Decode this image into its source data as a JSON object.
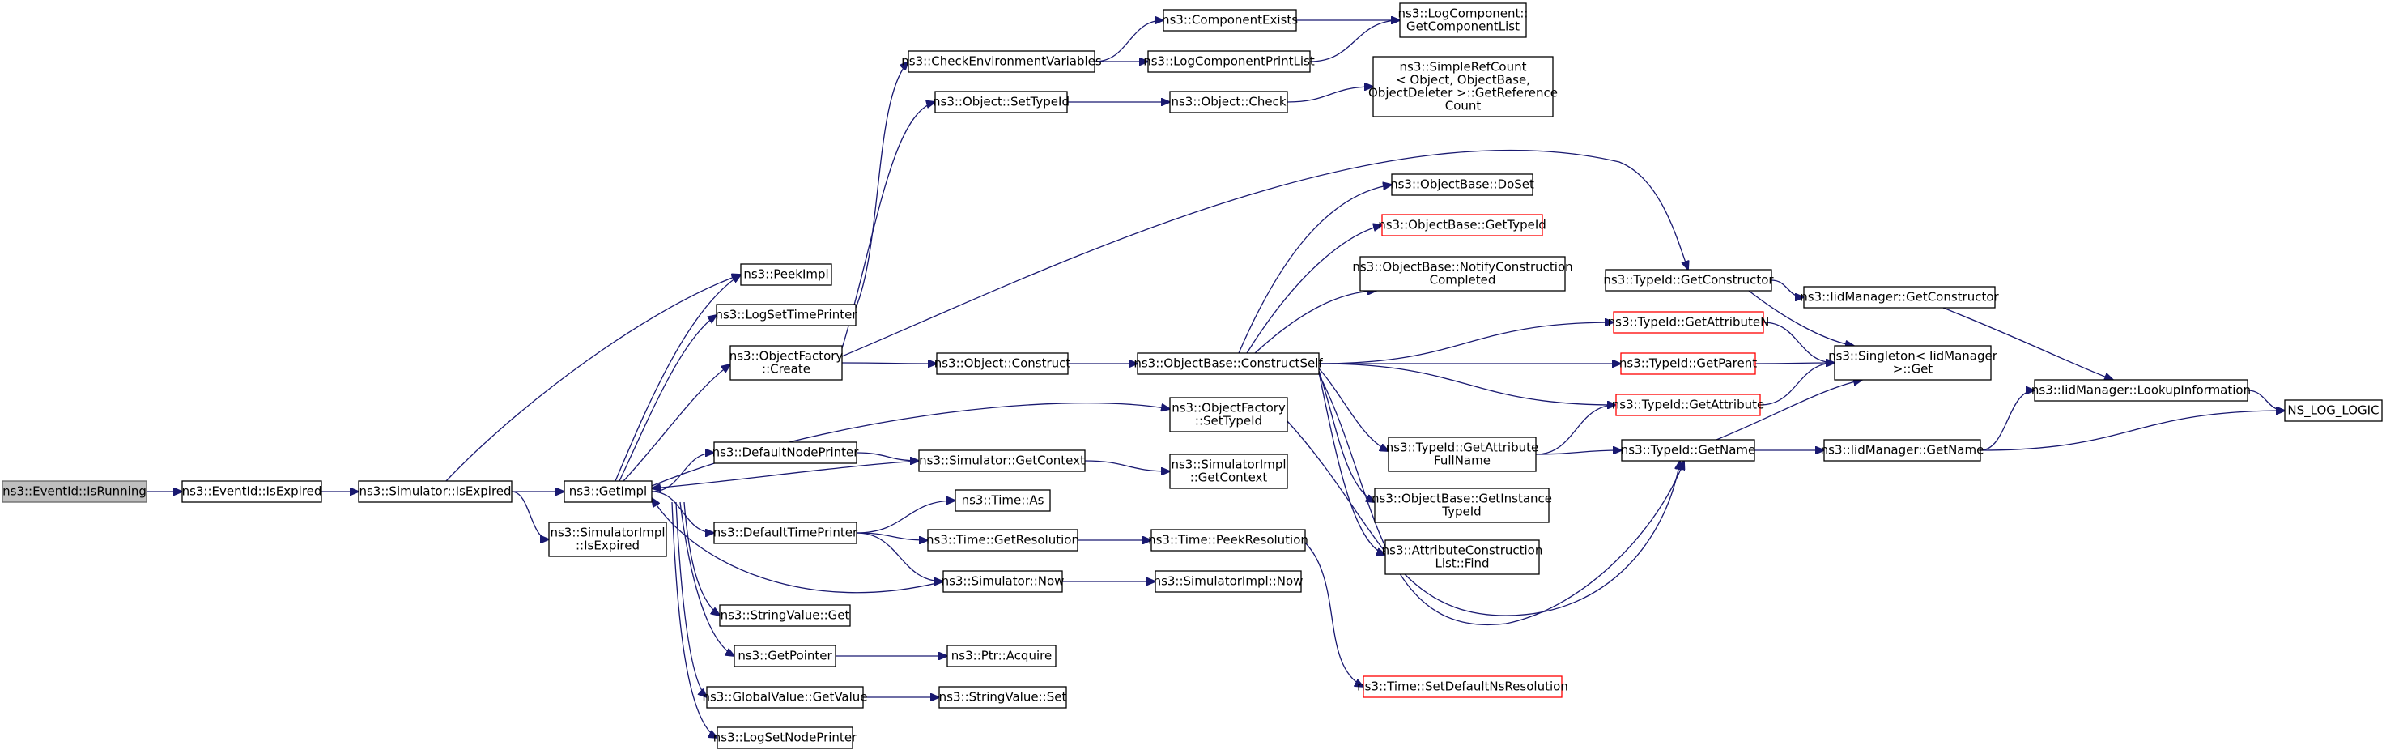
{
  "colors": {
    "edge": "#191970",
    "node_border": "#000000",
    "red_border": "#ff0000",
    "start_fill": "#bfbfbf"
  },
  "nodes": [
    {
      "id": "n_eventid_isrunning",
      "lines": [
        "ns3::EventId::IsRunning"
      ],
      "style": "start"
    },
    {
      "id": "n_eventid_isexpired",
      "lines": [
        "ns3::EventId::IsExpired"
      ]
    },
    {
      "id": "n_simulator_isexpired",
      "lines": [
        "ns3::Simulator::IsExpired"
      ]
    },
    {
      "id": "n_getimpl",
      "lines": [
        "ns3::GetImpl"
      ]
    },
    {
      "id": "n_simimpl_isexpired",
      "lines": [
        "ns3::SimulatorImpl",
        "::IsExpired"
      ]
    },
    {
      "id": "n_peekimpl",
      "lines": [
        "ns3::PeekImpl"
      ]
    },
    {
      "id": "n_logsettimeprinter",
      "lines": [
        "ns3::LogSetTimePrinter"
      ]
    },
    {
      "id": "n_objectfactory_create",
      "lines": [
        "ns3::ObjectFactory",
        "::Create"
      ]
    },
    {
      "id": "n_defaultnodeprinter",
      "lines": [
        "ns3::DefaultNodePrinter"
      ]
    },
    {
      "id": "n_defaulttimeprinter",
      "lines": [
        "ns3::DefaultTimePrinter"
      ]
    },
    {
      "id": "n_stringvalue_get",
      "lines": [
        "ns3::StringValue::Get"
      ]
    },
    {
      "id": "n_getpointer",
      "lines": [
        "ns3::GetPointer"
      ]
    },
    {
      "id": "n_globalvalue_getvalue",
      "lines": [
        "ns3::GlobalValue::GetValue"
      ]
    },
    {
      "id": "n_logsetnodeprinter",
      "lines": [
        "ns3::LogSetNodePrinter"
      ]
    },
    {
      "id": "n_checkenv",
      "lines": [
        "ns3::CheckEnvironmentVariables"
      ]
    },
    {
      "id": "n_object_settypeid",
      "lines": [
        "ns3::Object::SetTypeId"
      ]
    },
    {
      "id": "n_object_construct",
      "lines": [
        "ns3::Object::Construct"
      ]
    },
    {
      "id": "n_simulator_getcontext",
      "lines": [
        "ns3::Simulator::GetContext"
      ]
    },
    {
      "id": "n_time_as",
      "lines": [
        "ns3::Time::As"
      ]
    },
    {
      "id": "n_time_getresolution",
      "lines": [
        "ns3::Time::GetResolution"
      ]
    },
    {
      "id": "n_simulator_now",
      "lines": [
        "ns3::Simulator::Now"
      ]
    },
    {
      "id": "n_ptr_acquire",
      "lines": [
        "ns3::Ptr::Acquire"
      ]
    },
    {
      "id": "n_stringvalue_set",
      "lines": [
        "ns3::StringValue::Set"
      ]
    },
    {
      "id": "n_componentexists",
      "lines": [
        "ns3::ComponentExists"
      ]
    },
    {
      "id": "n_logcomponentprintlist",
      "lines": [
        "ns3::LogComponentPrintList"
      ]
    },
    {
      "id": "n_object_check",
      "lines": [
        "ns3::Object::Check"
      ]
    },
    {
      "id": "n_objectfactory_settypeid",
      "lines": [
        "ns3::ObjectFactory",
        "::SetTypeId"
      ]
    },
    {
      "id": "n_objectbase_constructself",
      "lines": [
        "ns3::ObjectBase::ConstructSelf"
      ]
    },
    {
      "id": "n_simimpl_getcontext",
      "lines": [
        "ns3::SimulatorImpl",
        "::GetContext"
      ]
    },
    {
      "id": "n_time_peekresolution",
      "lines": [
        "ns3::Time::PeekResolution"
      ]
    },
    {
      "id": "n_simimpl_now",
      "lines": [
        "ns3::SimulatorImpl::Now"
      ]
    },
    {
      "id": "n_logcomponent_getcomponentlist",
      "lines": [
        "ns3::LogComponent::",
        "GetComponentList"
      ]
    },
    {
      "id": "n_simplerefcount",
      "lines": [
        "ns3::SimpleRefCount",
        "< Object, ObjectBase,",
        "ObjectDeleter >::GetReference",
        "Count"
      ]
    },
    {
      "id": "n_objectbase_doset",
      "lines": [
        "ns3::ObjectBase::DoSet"
      ]
    },
    {
      "id": "n_objectbase_gettypeid",
      "lines": [
        "ns3::ObjectBase::GetTypeId"
      ],
      "style": "red"
    },
    {
      "id": "n_objectbase_notify",
      "lines": [
        "ns3::ObjectBase::NotifyConstruction",
        "Completed"
      ]
    },
    {
      "id": "n_typeid_getattributefullname",
      "lines": [
        "ns3::TypeId::GetAttribute",
        "FullName"
      ]
    },
    {
      "id": "n_objectbase_getinstancetypeid",
      "lines": [
        "ns3::ObjectBase::GetInstance",
        "TypeId"
      ]
    },
    {
      "id": "n_attrconstructionlist_find",
      "lines": [
        "ns3::AttributeConstruction",
        "List::Find"
      ]
    },
    {
      "id": "n_time_setdefaultnsresolution",
      "lines": [
        "ns3::Time::SetDefaultNsResolution"
      ],
      "style": "red"
    },
    {
      "id": "n_typeid_getconstructor",
      "lines": [
        "ns3::TypeId::GetConstructor"
      ]
    },
    {
      "id": "n_typeid_getattributen",
      "lines": [
        "ns3::TypeId::GetAttributeN"
      ],
      "style": "red"
    },
    {
      "id": "n_typeid_getparent",
      "lines": [
        "ns3::TypeId::GetParent"
      ],
      "style": "red"
    },
    {
      "id": "n_typeid_getattribute",
      "lines": [
        "ns3::TypeId::GetAttribute"
      ],
      "style": "red"
    },
    {
      "id": "n_typeid_getname",
      "lines": [
        "ns3::TypeId::GetName"
      ]
    },
    {
      "id": "n_iidmanager_getconstructor",
      "lines": [
        "ns3::IidManager::GetConstructor"
      ]
    },
    {
      "id": "n_singleton_get",
      "lines": [
        "ns3::Singleton< IidManager",
        ">::Get"
      ]
    },
    {
      "id": "n_iidmanager_getname",
      "lines": [
        "ns3::IidManager::GetName"
      ]
    },
    {
      "id": "n_iidmanager_lookupinformation",
      "lines": [
        "ns3::IidManager::LookupInformation"
      ]
    },
    {
      "id": "n_ns_log_logic",
      "lines": [
        "NS_LOG_LOGIC"
      ]
    }
  ]
}
